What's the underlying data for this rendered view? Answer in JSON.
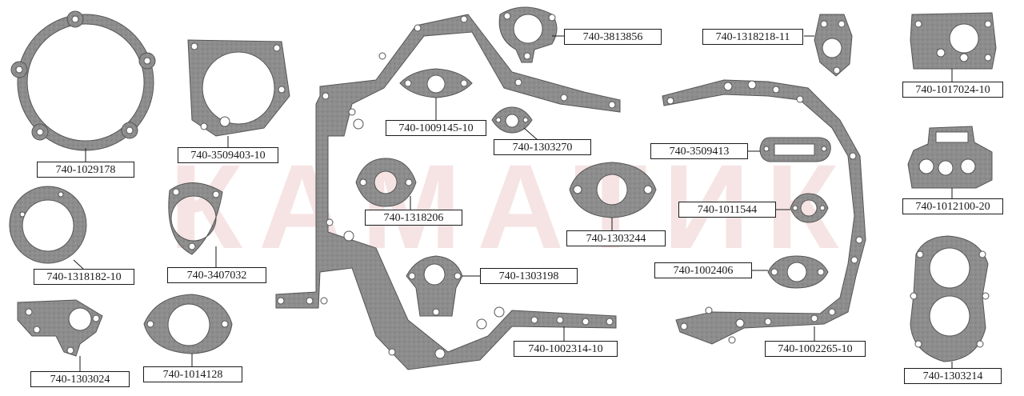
{
  "watermark": "КАМАТИК",
  "colors": {
    "gasket_fill": "#8d8d8d",
    "gasket_stroke": "#555555",
    "hole_fill": "#ffffff",
    "label_border": "#1a1a1a",
    "label_text": "#1a1a1a",
    "watermark": "#f6e4e4"
  },
  "labels": [
    {
      "id": "l1",
      "text": "740-1029178"
    },
    {
      "id": "l2",
      "text": "740-3509403-10"
    },
    {
      "id": "l3",
      "text": "740-1318182-10"
    },
    {
      "id": "l4",
      "text": "740-3407032"
    },
    {
      "id": "l5",
      "text": "740-1303024"
    },
    {
      "id": "l6",
      "text": "740-1014128"
    },
    {
      "id": "l7",
      "text": "740-3813856"
    },
    {
      "id": "l8",
      "text": "740-1009145-10"
    },
    {
      "id": "l9",
      "text": "740-1303270"
    },
    {
      "id": "l10",
      "text": "740-1318206"
    },
    {
      "id": "l11",
      "text": "740-1303244"
    },
    {
      "id": "l12",
      "text": "740-1303198"
    },
    {
      "id": "l13",
      "text": "740-1002314-10"
    },
    {
      "id": "l14",
      "text": "740-1318218-11"
    },
    {
      "id": "l15",
      "text": "740-3509413"
    },
    {
      "id": "l16",
      "text": "740-1011544"
    },
    {
      "id": "l17",
      "text": "740-1002406"
    },
    {
      "id": "l18",
      "text": "740-1002265-10"
    },
    {
      "id": "l19",
      "text": "740-1017024-10"
    },
    {
      "id": "l20",
      "text": "740-1012100-20"
    },
    {
      "id": "l21",
      "text": "740-1303214"
    }
  ]
}
